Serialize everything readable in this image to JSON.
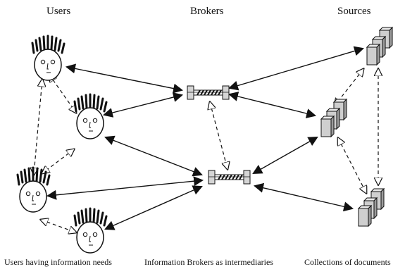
{
  "headers": {
    "users": "Users",
    "brokers": "Brokers",
    "sources": "Sources"
  },
  "captions": {
    "users": "Users having information needs",
    "brokers": "Information Brokers as intermediaries",
    "sources": "Collections of documents"
  },
  "icons": {
    "user": "user-face-icon",
    "broker": "broker-gear-icon",
    "source": "document-stack-icon"
  }
}
